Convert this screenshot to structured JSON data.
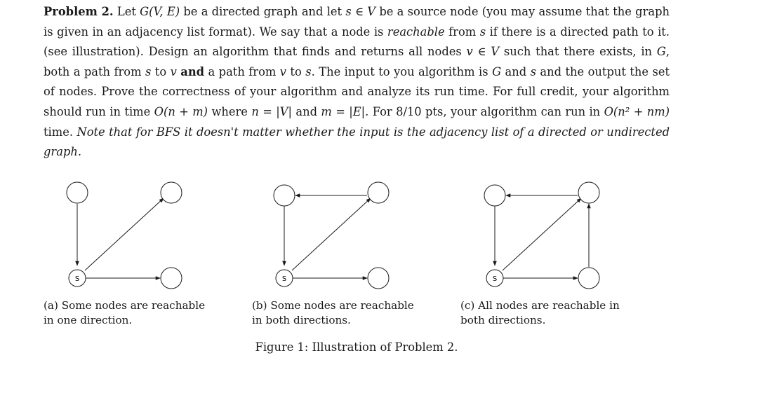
{
  "problem": {
    "heading": "Problem 2.",
    "t1": " Let ",
    "m1": "G(V, E)",
    "t2": " be a directed graph and let ",
    "m2": "s ∈ V",
    "t3": " be a source node (you may assume that the graph is given in an adjacency list format). We say that a node is ",
    "em1": "reachable",
    "t4": " from ",
    "m3": "s",
    "t5": " if there is a directed path to it. (see illustration). Design an algorithm that finds and returns all nodes ",
    "m4": "v ∈ V",
    "t6": " such that there exists, in ",
    "m5": "G",
    "t7": ", both a path from ",
    "m6": "s",
    "t8": " to ",
    "m7": "v",
    "t9": " ",
    "bold_and": "and",
    "t10": " a path from ",
    "m8": "v",
    "t11": " to ",
    "m9": "s",
    "t12": ". The input to you algorithm is ",
    "m10": "G",
    "t13": " and ",
    "m11": "s",
    "t14": " and the output the set of nodes. Prove the correctness of your algorithm and analyze its run time. For full credit, your algorithm should run in time ",
    "m12": "O(n + m)",
    "t15": " where ",
    "m13": "n = |V|",
    "t16": " and ",
    "m14": "m = |E|",
    "t17": ". For 8/10 pts, your algorithm can run in ",
    "m15": "O(n² + nm)",
    "t18": " time. ",
    "note": "Note that for BFS it doesn't matter whether the input is the adjacency list of a directed or undirected graph."
  },
  "figures": [
    {
      "node_label": "S",
      "caption_line1": "(a) Some nodes are reachable",
      "caption_line2": "in one direction."
    },
    {
      "node_label": "S",
      "caption_line1": "(b) Some nodes are reachable",
      "caption_line2": "in both directions."
    },
    {
      "node_label": "S",
      "caption_line1": "(c) All nodes are reachable in",
      "caption_line2": "both directions."
    }
  ],
  "figure_caption": "Figure 1: Illustration of Problem 2."
}
